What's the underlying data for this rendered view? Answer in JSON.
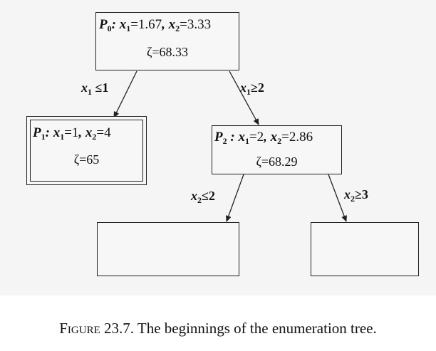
{
  "nodes": {
    "p0": {
      "name": "P",
      "index": "0",
      "x1": "1.67",
      "x2": "3.33",
      "zeta": "68.33"
    },
    "p1": {
      "name": "P",
      "index": "1",
      "x1": "1",
      "x2": "4",
      "zeta": "65"
    },
    "p2": {
      "name": "P",
      "index": "2",
      "x1": "2",
      "x2": "2.86",
      "zeta": "68.29"
    }
  },
  "edges": {
    "left": {
      "var": "x",
      "sub": "1",
      "op": "≤",
      "val": "1"
    },
    "right": {
      "var": "x",
      "sub": "1",
      "op": "≥",
      "val": "2"
    },
    "p2_left": {
      "var": "x",
      "sub": "2",
      "op": "≤",
      "val": "2"
    },
    "p2_right": {
      "var": "x",
      "sub": "2",
      "op": "≥",
      "val": "3"
    }
  },
  "symbols": {
    "zeta": "ζ",
    "equals": "="
  },
  "caption": {
    "label": "Figure",
    "number": "23.7.",
    "text": "The beginnings of the enumeration tree."
  }
}
